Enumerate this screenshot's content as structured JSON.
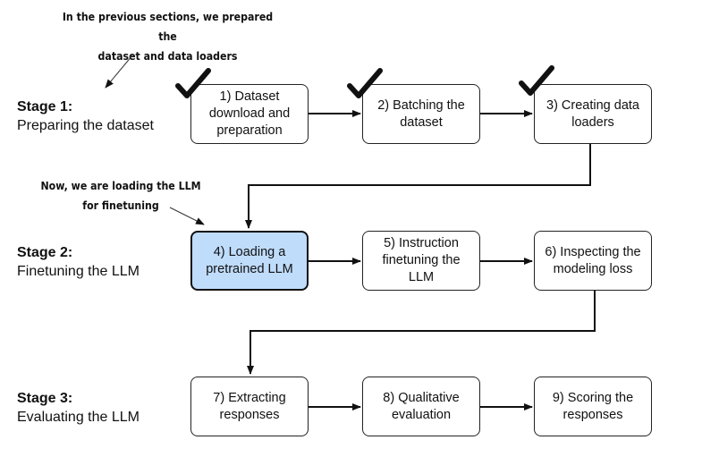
{
  "annotations": {
    "top": "In the previous sections, we prepared the dataset and data loaders",
    "top_line1": "In the previous sections, we prepared the",
    "top_line2": "dataset and data loaders",
    "mid_line1": "Now, we are loading the LLM",
    "mid_line2": "for finetuning"
  },
  "stages": [
    {
      "title": "Stage 1:",
      "subtitle": "Preparing the dataset"
    },
    {
      "title": "Stage 2:",
      "subtitle": "Finetuning the LLM"
    },
    {
      "title": "Stage 3:",
      "subtitle": "Evaluating the LLM"
    }
  ],
  "steps": [
    {
      "label": "1) Dataset download and preparation",
      "done": true
    },
    {
      "label": "2) Batching the dataset",
      "done": true
    },
    {
      "label": "3) Creating data loaders",
      "done": true
    },
    {
      "label": "4) Loading a pretrained LLM",
      "current": true
    },
    {
      "label": "5) Instruction finetuning the LLM"
    },
    {
      "label": "6) Inspecting the modeling loss"
    },
    {
      "label": "7) Extracting responses"
    },
    {
      "label": "8) Qualitative evaluation"
    },
    {
      "label": "9) Scoring the responses"
    }
  ],
  "colors": {
    "highlight": "#bfdcfb",
    "stroke": "#111111"
  }
}
